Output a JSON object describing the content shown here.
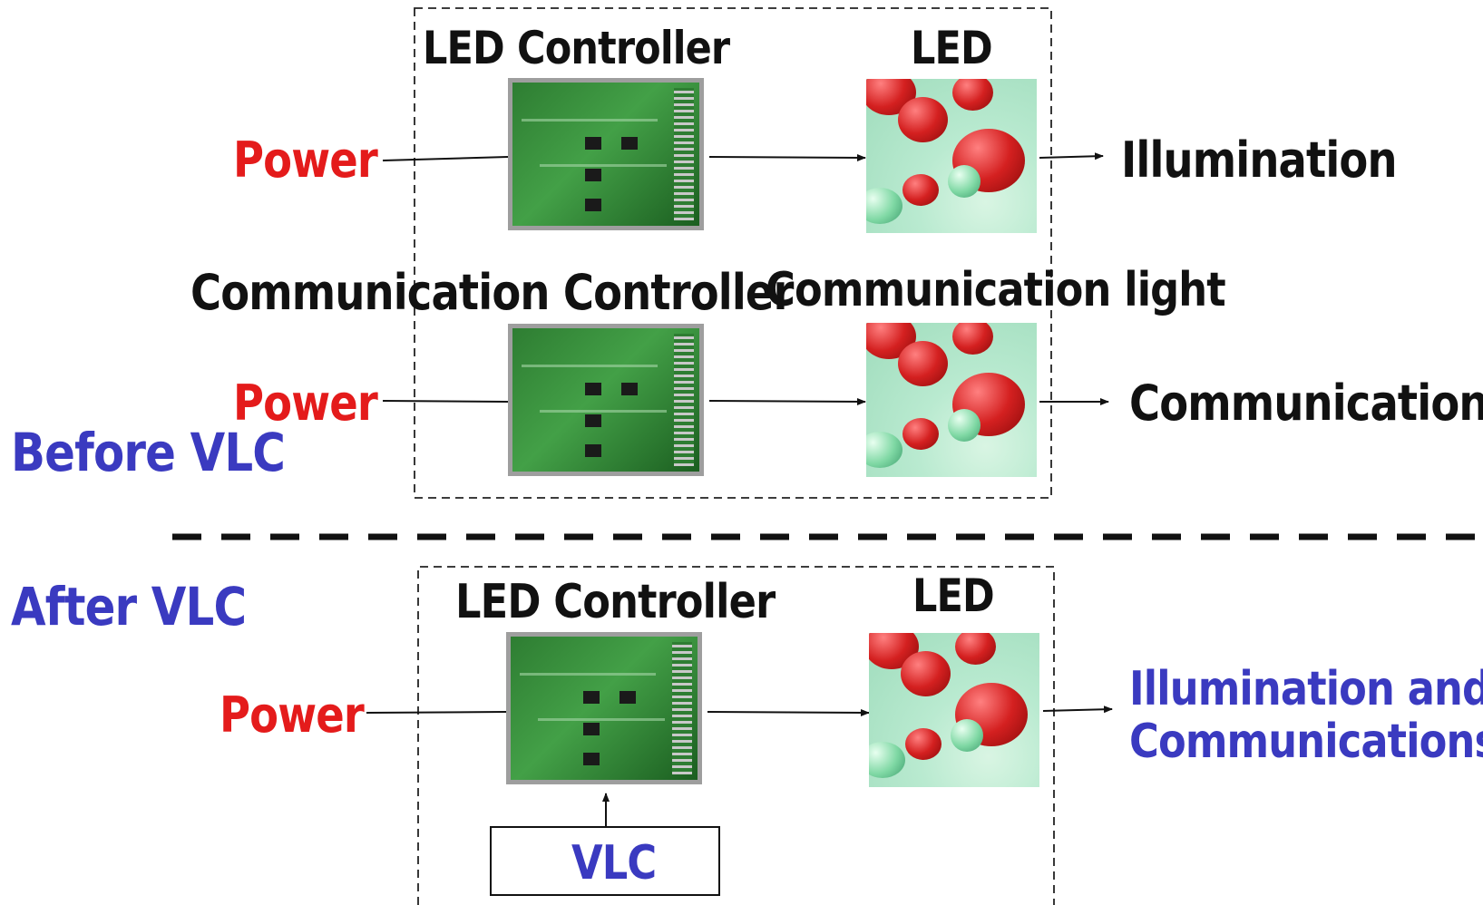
{
  "labels": {
    "top_controller": "LED Controller",
    "top_led": "LED",
    "top_power": "Power",
    "top_output": "Illumination",
    "comm_controller": "Communication Controller",
    "comm_light": "Communication light",
    "comm_power": "Power",
    "comm_output": "Communication",
    "before": "Before VLC",
    "after": "After VLC",
    "after_controller": "LED Controller",
    "after_led": "LED",
    "after_power": "Power",
    "after_output_line1": "Illumination and",
    "after_output_line2": "Communications",
    "vlc": "VLC"
  },
  "colors": {
    "power": "#e41b1b",
    "section": "#3a3ac0",
    "text": "#111111"
  },
  "icons": {
    "controller": "circuit-board-icon",
    "led": "led-bulbs-icon"
  }
}
